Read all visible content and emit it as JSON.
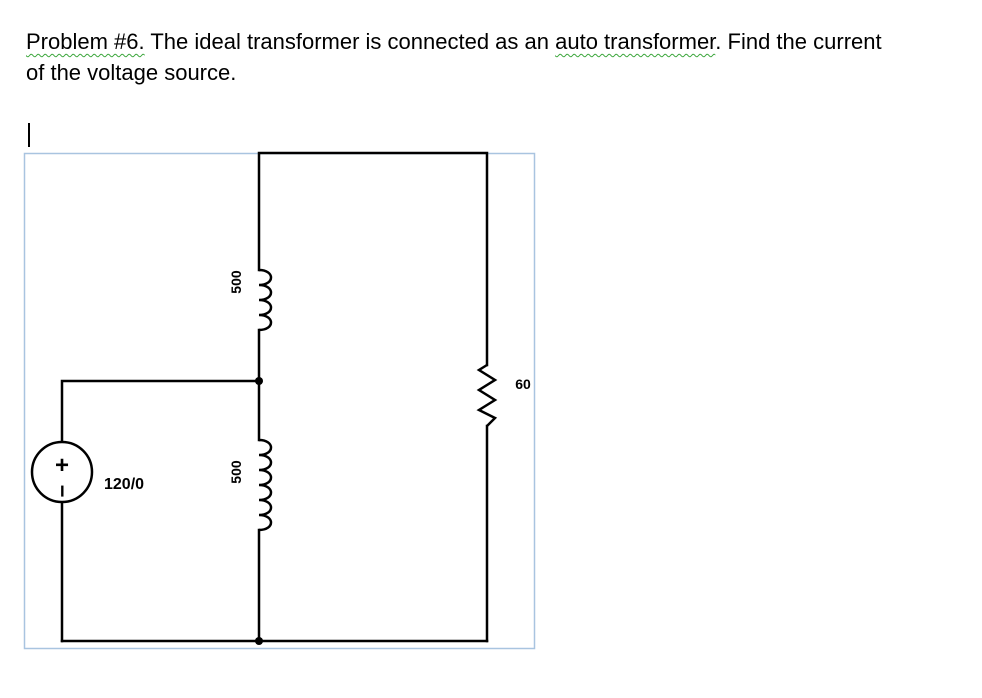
{
  "problem": {
    "label": "Problem #6.",
    "statement_line1_a": " The ideal transformer is connected as an ",
    "statement_term": "auto transformer",
    "statement_line1_b": ". Find the current",
    "statement_line2": "of the voltage source."
  },
  "circuit": {
    "source_value": "120/0",
    "source_plus": "+",
    "source_minus": "−",
    "upper_coil_label": "500",
    "lower_coil_label": "500",
    "load_resistor_label": "60"
  },
  "colors": {
    "frame_border": "#a9c4e0",
    "wire": "#000000",
    "spellcheck_underline": "#3aa53a"
  }
}
